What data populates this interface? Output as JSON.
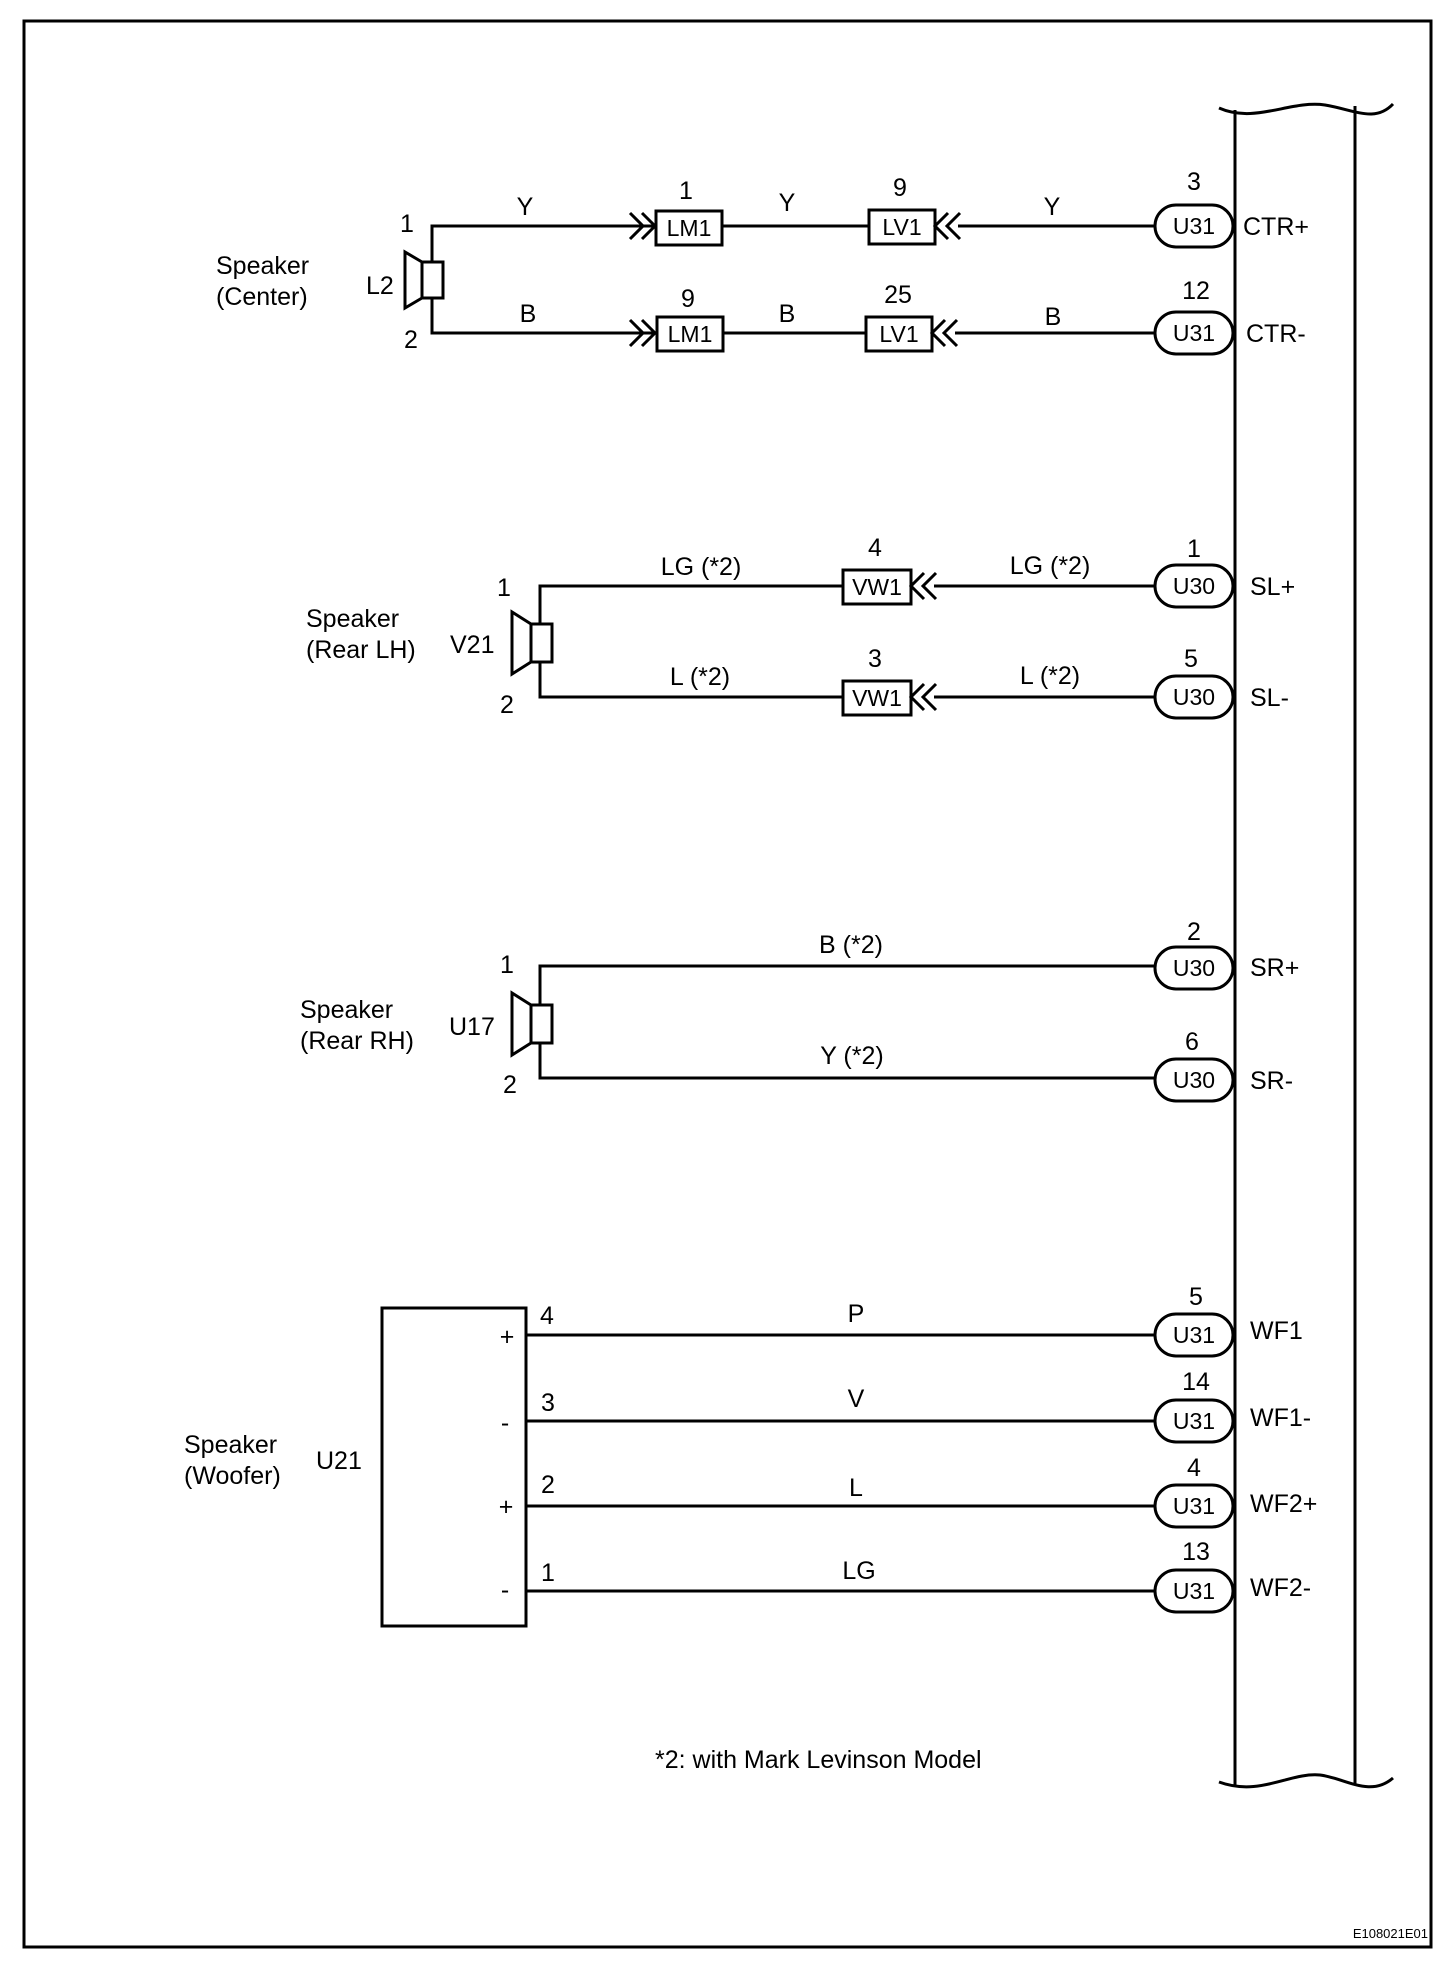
{
  "speakers": {
    "center": {
      "line1": "Speaker",
      "line2": "(Center)",
      "code": "L2",
      "pin_a": "1",
      "pin_b": "2"
    },
    "rear_lh": {
      "line1": "Speaker",
      "line2": "(Rear LH)",
      "code": "V21",
      "pin_a": "1",
      "pin_b": "2"
    },
    "rear_rh": {
      "line1": "Speaker",
      "line2": "(Rear RH)",
      "code": "U17",
      "pin_a": "1",
      "pin_b": "2"
    },
    "woofer": {
      "line1": "Speaker",
      "line2": "(Woofer)",
      "code": "U21",
      "pins": [
        {
          "sign": "+",
          "pin": "4"
        },
        {
          "sign": "-",
          "pin": "3"
        },
        {
          "sign": "+",
          "pin": "2"
        },
        {
          "sign": "-",
          "pin": "1"
        }
      ]
    }
  },
  "wires": {
    "ctr_plus": {
      "color1": "Y",
      "conn1": "LM1",
      "pin1": "1",
      "color2": "Y",
      "conn2": "LV1",
      "pin2": "9",
      "color3": "Y",
      "term": "U31",
      "term_pin": "3",
      "signal": "CTR+"
    },
    "ctr_minus": {
      "color1": "B",
      "conn1": "LM1",
      "pin1": "9",
      "color2": "B",
      "conn2": "LV1",
      "pin2": "25",
      "color3": "B",
      "term": "U31",
      "term_pin": "12",
      "signal": "CTR-"
    },
    "sl_plus": {
      "color1": "LG (*2)",
      "conn": "VW1",
      "pin": "4",
      "color2": "LG (*2)",
      "term": "U30",
      "term_pin": "1",
      "signal": "SL+"
    },
    "sl_minus": {
      "color1": "L (*2)",
      "conn": "VW1",
      "pin": "3",
      "color2": "L (*2)",
      "term": "U30",
      "term_pin": "5",
      "signal": "SL-"
    },
    "sr_plus": {
      "color": "B (*2)",
      "term": "U30",
      "term_pin": "2",
      "signal": "SR+"
    },
    "sr_minus": {
      "color": "Y (*2)",
      "term": "U30",
      "term_pin": "6",
      "signal": "SR-"
    },
    "woofer": [
      {
        "color": "P",
        "term": "U31",
        "term_pin": "5",
        "signal": "WF1"
      },
      {
        "color": "V",
        "term": "U31",
        "term_pin": "14",
        "signal": "WF1-"
      },
      {
        "color": "L",
        "term": "U31",
        "term_pin": "4",
        "signal": "WF2+"
      },
      {
        "color": "LG",
        "term": "U31",
        "term_pin": "13",
        "signal": "WF2-"
      }
    ]
  },
  "footnote": "*2: with Mark Levinson Model",
  "figure_id": "E108021E01"
}
